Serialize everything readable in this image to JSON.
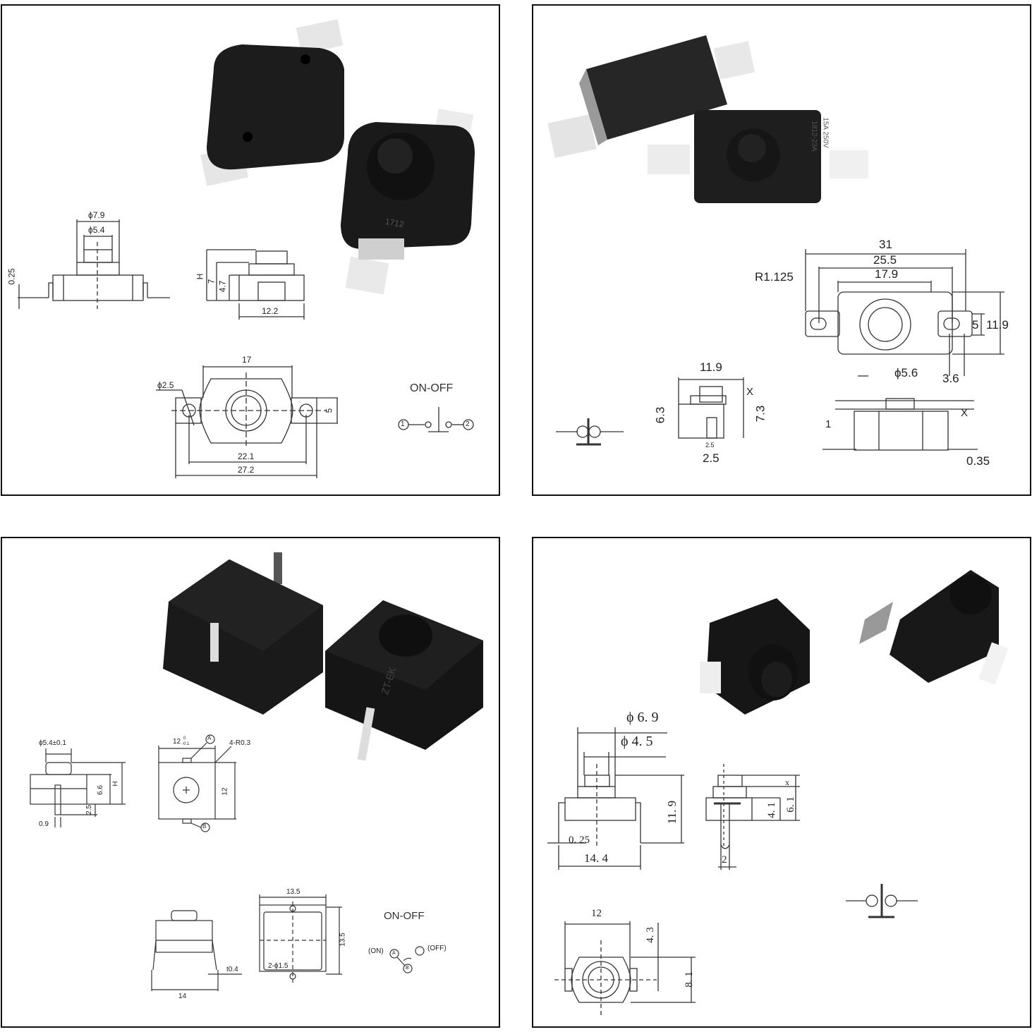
{
  "panels": [
    {
      "id": "top-left",
      "product_marking": "1712",
      "dims": {
        "d_cap_outer": "ϕ7.9",
        "d_cap_inner": "ϕ5.4",
        "pin_thickness": "0.25",
        "height": "H",
        "h7": "7",
        "h47": "4.7",
        "width_side": "12.2",
        "body_width": "17",
        "hole_diam": "ϕ2.5",
        "tab_width": "5",
        "hole_pitch": "22.1",
        "overall_length": "27.2"
      },
      "schematic": {
        "title": "ON-OFF",
        "pin1": "1",
        "pin2": "2"
      }
    },
    {
      "id": "top-right",
      "product_marking": [
        "15A 250V",
        "1812-23A"
      ],
      "dims": {
        "overall": "31",
        "hole_pitch": "25.5",
        "body": "17.9",
        "radius": "R1.125",
        "tab_height": "5",
        "body_height": "11.9",
        "cap_diam": "ϕ5.6",
        "tab_width": "3.6",
        "side_width": "11.9",
        "x_label": "X",
        "h63": "6.3",
        "h73": "7.3",
        "pin_small": "2.5",
        "pin_width": "2.5",
        "step": "1",
        "thickness": "0.35"
      }
    },
    {
      "id": "bottom-left",
      "product_marking": "ZT-EK",
      "dims": {
        "cap_diam": "ϕ5.4±0.1",
        "h66": "6.6",
        "tol_zero": "0",
        "tol_minus": "-0.1",
        "height": "H",
        "pin_len": "2.5",
        "pin_thick": "0.9",
        "top_width": "12",
        "corner_radius": "4-R0.3",
        "marker_a": "A",
        "marker_b": "B",
        "side_height": "12",
        "width_14": "14",
        "pin_t": "t0.4",
        "mount_w": "13.5",
        "mount_h": "13.5",
        "holes": "2-ϕ1.5"
      },
      "schematic": {
        "title": "ON-OFF",
        "on": "(ON)",
        "off": "(OFF)",
        "a": "A",
        "b": "B"
      }
    },
    {
      "id": "bottom-right",
      "dims": {
        "d_outer": "ϕ 6. 9",
        "d_inner": "ϕ 4. 5",
        "height": "11. 9",
        "pin_thick": "0. 25",
        "width": "14. 4",
        "x_label": "x",
        "h41": "4. 1",
        "h61": "6. 1",
        "pin_w": "2",
        "top_w": "12",
        "tab_h": "4. 3",
        "body_h": "8. 1"
      }
    }
  ]
}
